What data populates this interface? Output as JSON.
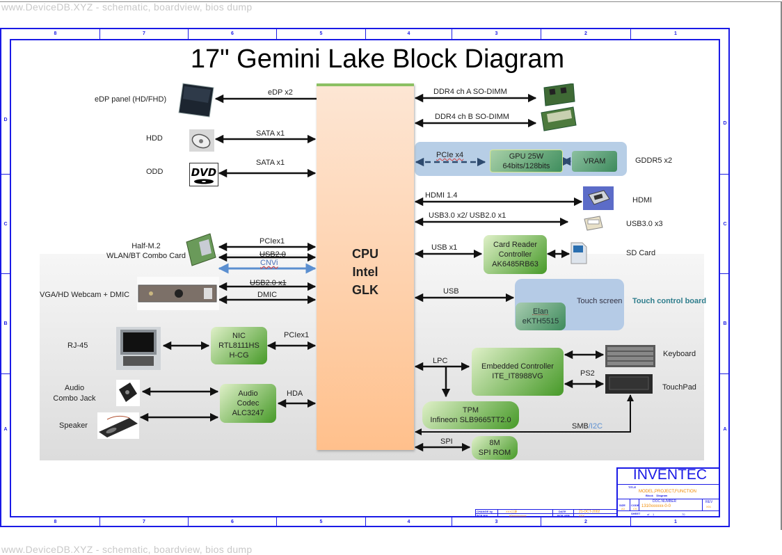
{
  "watermark": {
    "top": "www.DeviceDB.XYZ - schematic, boardview, bios dump",
    "bottom": "www.DeviceDB.XYZ - schematic, boardview, bios dump"
  },
  "frame": {
    "columns": [
      "8",
      "7",
      "6",
      "5",
      "4",
      "3",
      "2",
      "1"
    ],
    "rows": [
      "D",
      "C",
      "B",
      "A"
    ]
  },
  "title": "17\" Gemini Lake Block Diagram",
  "cpu": {
    "line1": "CPU",
    "line2": "Intel",
    "line3": "GLK"
  },
  "left": {
    "edp_panel": {
      "label": "eDP panel (HD/FHD)",
      "bus": "eDP x2"
    },
    "hdd": {
      "label": "HDD",
      "bus": "SATA x1"
    },
    "odd": {
      "label": "ODD",
      "bus": "SATA x1"
    },
    "wlan": {
      "line1": "Half-M.2",
      "line2": "WLAN/BT Combo Card",
      "buses": [
        "PCIex1",
        "USB2.0",
        "CNVi"
      ]
    },
    "webcam": {
      "label": "VGA/HD Webcam + DMIC",
      "buses": [
        "USB2.0 x1",
        "DMIC"
      ]
    },
    "rj45": {
      "label": "RJ-45"
    },
    "nic": {
      "line1": "NIC",
      "line2": "RTL8111HS",
      "line3": "H-CG",
      "bus": "PCIex1"
    },
    "audio_jack": {
      "line1": "Audio",
      "line2": "Combo Jack"
    },
    "speaker": {
      "label": "Speaker"
    },
    "audio_codec": {
      "line1": "Audio",
      "line2": "Codec",
      "line3": "ALC3247",
      "bus": "HDA"
    }
  },
  "right": {
    "ddr_a": {
      "bus": "DDR4  ch A SO-DIMM"
    },
    "ddr_b": {
      "bus": "DDR4  ch B SO-DIMM"
    },
    "gpu": {
      "bus": "PCIe x4",
      "line1": "GPU 25W",
      "line2": "64bits/128bits",
      "vram": "VRAM",
      "vram_label": "GDDR5 x2"
    },
    "hdmi": {
      "bus": "HDMI 1.4",
      "label": "HDMI"
    },
    "usb": {
      "bus": "USB3.0 x2/ USB2.0 x1",
      "label": "USB3.0 x3"
    },
    "card_reader": {
      "bus": "USB x1",
      "line1": "Card Reader",
      "line2": "Controller",
      "line3": "AK6485RB63",
      "label": "SD Card"
    },
    "touch": {
      "bus": "USB",
      "screen": "Touch screen",
      "line1": "Elan",
      "line2": "eKTH5515",
      "board_label": "Touch control board"
    },
    "ec": {
      "bus": "LPC",
      "line1": "Embedded Controller",
      "line2": "ITE_IT8988VG",
      "ps2": "PS2",
      "keyboard": "Keyboard",
      "touchpad": "TouchPad"
    },
    "tpm": {
      "line1": "TPM",
      "line2": "Infineon SLB9665TT2.0"
    },
    "smb": {
      "part1": "SMB",
      "part2": "/I2C"
    },
    "spi": {
      "bus": "SPI",
      "line1": "8M",
      "line2": "SPI ROM"
    }
  },
  "titleblock": {
    "company": "INVENTEC",
    "title_label": "TITLE",
    "title_value": "MODEL,PROJECT,FUNCTION",
    "title_sub": "Block    Diagram",
    "size_label": "SIZE",
    "size_value": "A3",
    "code_label": "CODE",
    "code_value": "CS",
    "docnum_label": "DOC.NUMBER",
    "docnum_value": "1310xxxxxx-0-0",
    "rev_label": "REV",
    "rev_value": "X01",
    "sheet_label": "SHEET",
    "sheet_value": "1",
    "of_label": "of",
    "of_value": "70",
    "change_by_label": "CHANGE by",
    "change_by_value": "XXX江源",
    "pcb_pn_label": "PCB P/N",
    "pcb_pn_value": "60xxxxxxxxxx",
    "date_label": "DATE",
    "date_value": "21-OCT-2002",
    "pcb_ver_label": "PCB VER",
    "pcb_ver_value": "XXX"
  },
  "colors": {
    "frame_blue": "#1a1ae6",
    "cpu_top": "#fde6d4",
    "cpu_bottom": "#ffc08c",
    "block_green": "#4e9e30",
    "cnvi_blue": "#5b8fd0",
    "touch_label": "#2e7d8c",
    "titleblock_orange": "#f08a00"
  }
}
